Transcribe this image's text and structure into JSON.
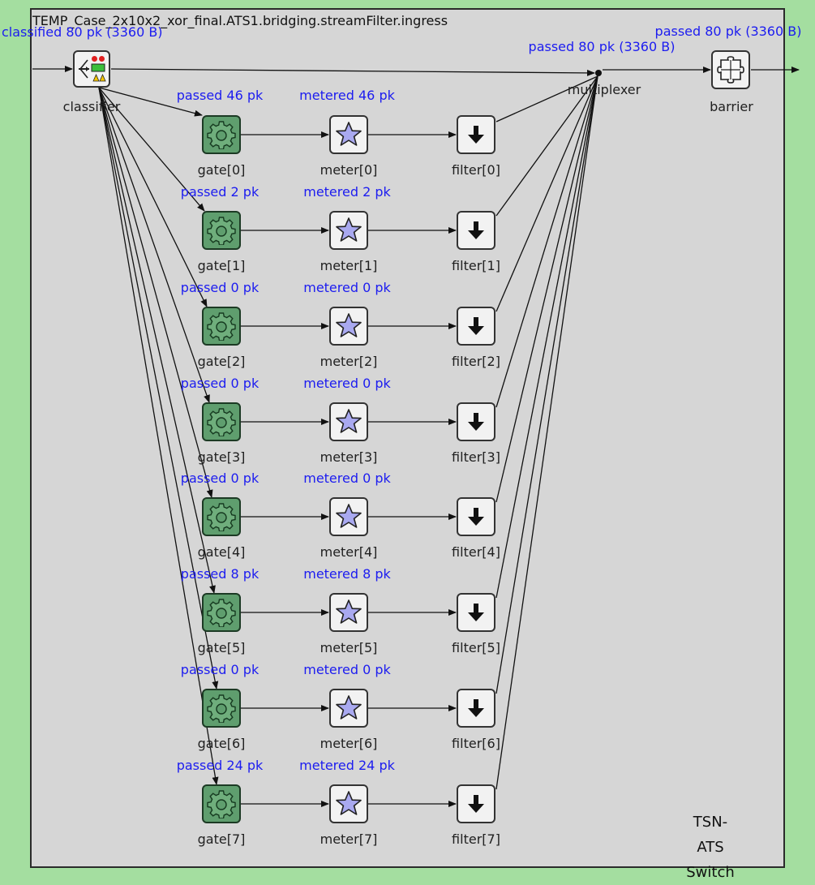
{
  "module": {
    "title": "TEMP_Case_2x10x2_xor_final.ATS1.bridging.streamFilter.ingress",
    "corner_label_line1": "TSN-ATS",
    "corner_label_line2": "Switch"
  },
  "classifier": {
    "label": "classifier",
    "stat": "classified 80 pk (3360 B)",
    "icon": "classifier-icon"
  },
  "multiplexer": {
    "label": "multiplexer",
    "stat": "passed 80 pk (3360 B)"
  },
  "barrier": {
    "label": "barrier",
    "stat": "passed 80 pk (3360 B)",
    "icon": "puzzle-icon"
  },
  "rows": [
    {
      "gate": "gate[0]",
      "meter": "meter[0]",
      "filter": "filter[0]",
      "gate_stat": "passed 46 pk",
      "meter_stat": "metered 46 pk"
    },
    {
      "gate": "gate[1]",
      "meter": "meter[1]",
      "filter": "filter[1]",
      "gate_stat": "passed 2 pk",
      "meter_stat": "metered 2 pk"
    },
    {
      "gate": "gate[2]",
      "meter": "meter[2]",
      "filter": "filter[2]",
      "gate_stat": "passed 0 pk",
      "meter_stat": "metered 0 pk"
    },
    {
      "gate": "gate[3]",
      "meter": "meter[3]",
      "filter": "filter[3]",
      "gate_stat": "passed 0 pk",
      "meter_stat": "metered 0 pk"
    },
    {
      "gate": "gate[4]",
      "meter": "meter[4]",
      "filter": "filter[4]",
      "gate_stat": "passed 0 pk",
      "meter_stat": "metered 0 pk"
    },
    {
      "gate": "gate[5]",
      "meter": "meter[5]",
      "filter": "filter[5]",
      "gate_stat": "passed 8 pk",
      "meter_stat": "metered 8 pk"
    },
    {
      "gate": "gate[6]",
      "meter": "meter[6]",
      "filter": "filter[6]",
      "gate_stat": "passed 0 pk",
      "meter_stat": "metered 0 pk"
    },
    {
      "gate": "gate[7]",
      "meter": "meter[7]",
      "filter": "filter[7]",
      "gate_stat": "passed 24 pk",
      "meter_stat": "metered 24 pk"
    }
  ],
  "icons": {
    "gate": "gear-icon",
    "meter": "star-icon",
    "filter": "down-arrow-icon"
  },
  "colors": {
    "background": "#a4dea0",
    "module": "#d6d6d6",
    "stat_text": "#1c1cf0",
    "gate_fill": "#5f9e6e",
    "meter_star": "#a9a9f0"
  }
}
